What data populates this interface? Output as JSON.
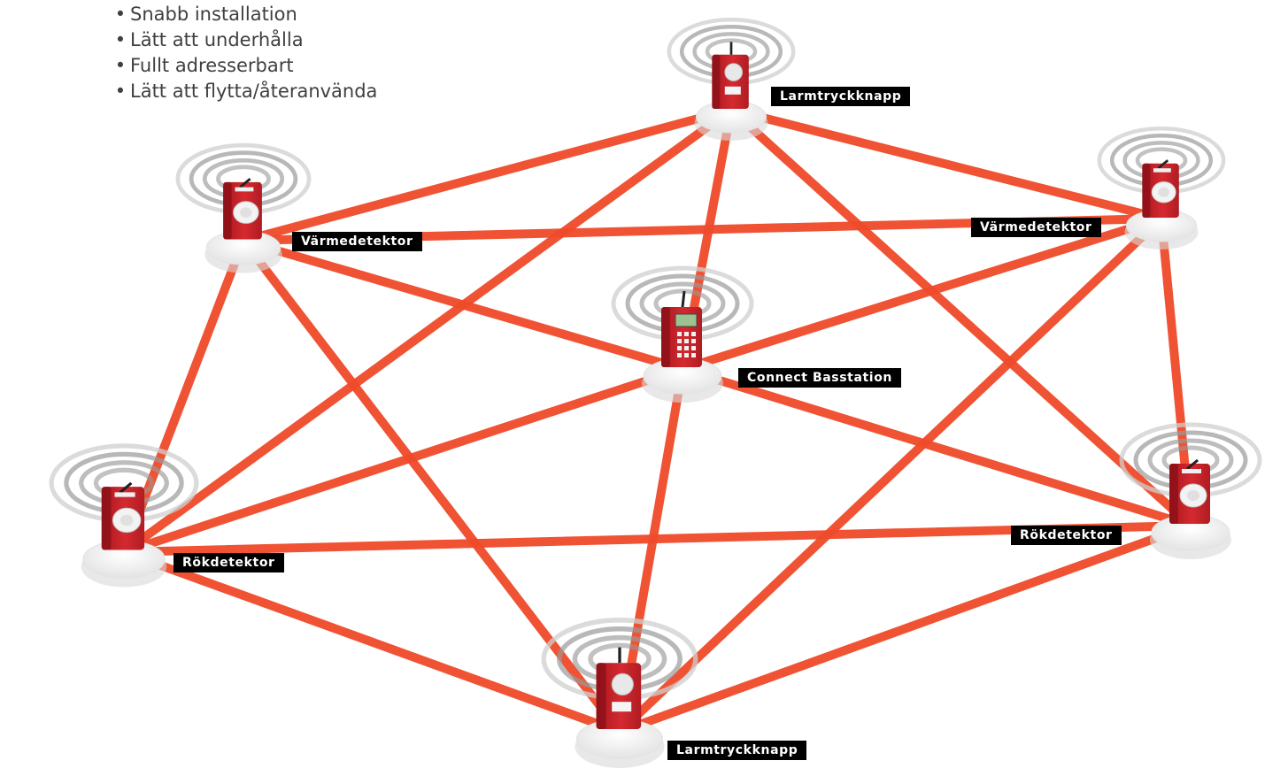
{
  "features": [
    "Snabb installation",
    "Lätt att underhålla",
    "Fullt adresserbart",
    "Lätt att flytta/återanvända"
  ],
  "nodes": [
    {
      "id": "top",
      "label": "Larmtryckknapp",
      "device": "call-point"
    },
    {
      "id": "ul",
      "label": "Värmedetektor",
      "device": "heat-detector"
    },
    {
      "id": "ur",
      "label": "Värmedetektor",
      "device": "heat-detector"
    },
    {
      "id": "center",
      "label": "Connect Basstation",
      "device": "base-station"
    },
    {
      "id": "left",
      "label": "Rökdetektor",
      "device": "smoke-detector"
    },
    {
      "id": "right",
      "label": "Rökdetektor",
      "device": "smoke-detector"
    },
    {
      "id": "bottom",
      "label": "Larmtryckknapp",
      "device": "call-point"
    }
  ],
  "links": [
    [
      "top",
      "ul"
    ],
    [
      "top",
      "ur"
    ],
    [
      "top",
      "center"
    ],
    [
      "top",
      "left"
    ],
    [
      "top",
      "right"
    ],
    [
      "ul",
      "ur"
    ],
    [
      "ul",
      "center"
    ],
    [
      "ul",
      "left"
    ],
    [
      "ul",
      "bottom"
    ],
    [
      "ur",
      "center"
    ],
    [
      "ur",
      "right"
    ],
    [
      "ur",
      "bottom"
    ],
    [
      "center",
      "left"
    ],
    [
      "center",
      "right"
    ],
    [
      "center",
      "bottom"
    ],
    [
      "left",
      "right"
    ],
    [
      "left",
      "bottom"
    ],
    [
      "right",
      "bottom"
    ]
  ],
  "colors": {
    "link": "#ef4a2a",
    "device": "#c8202a",
    "ring": "#9a9a9a",
    "label_bg": "#000000",
    "label_text": "#ffffff"
  }
}
